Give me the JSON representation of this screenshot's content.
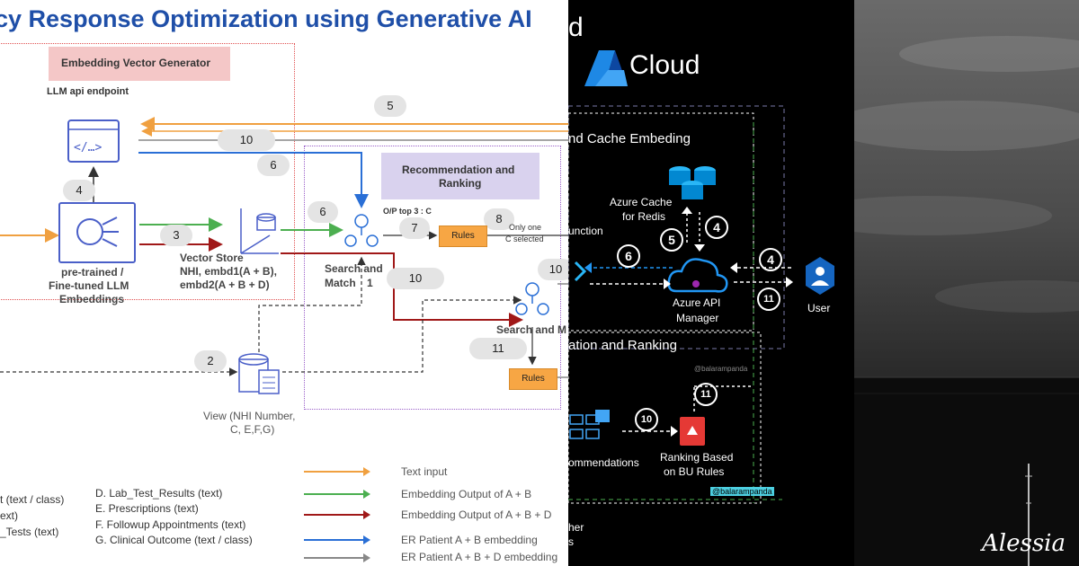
{
  "panel1": {
    "title": "cy Response Optimization using Generative AI",
    "embedding_box": "Embedding Vector Generator",
    "llm_endpoint": "LLM api endpoint",
    "rec_box_line1": "Recommendation and",
    "rec_box_line2": "Ranking",
    "pretrained_line1": "pre-trained /",
    "pretrained_line2": "Fine-tuned LLM",
    "pretrained_line3": "Embeddings",
    "vector_store_line1": "Vector Store",
    "vector_store_line2": "NHI, embd1(A + B),",
    "vector_store_line3": "embd2(A + B + D)",
    "search_match_line1": "Search and",
    "search_match_line2": "Match",
    "search_match_num": "1",
    "search_m": "Search and M",
    "op_top": "O/P top 3 : C",
    "only_one_line1": "Only one",
    "only_one_line2": "C selected",
    "rules1": "Rules",
    "rules2": "Rules",
    "view_line1": "View (NHI Number,",
    "view_line2": "C, E,F,G)",
    "pills": {
      "p5": "5",
      "p10a": "10",
      "p6a": "6",
      "p4": "4",
      "p3": "3",
      "p6b": "6",
      "p7": "7",
      "p8": "8",
      "p10b": "10",
      "p11": "11",
      "p2": "2",
      "p10c": "10"
    },
    "list_left": [
      "t (text / class)",
      "ext)",
      "_Tests (text)"
    ],
    "list_right": [
      "D. Lab_Test_Results (text)",
      "E. Prescriptions (text)",
      "F. Followup Appointments (text)",
      "G. Clinical Outcome (text / class)"
    ],
    "legend": [
      {
        "label": "Text input",
        "color": "#f0a040"
      },
      {
        "label": "Embedding Output of A + B",
        "color": "#4caf50"
      },
      {
        "label": "Embedding Output of A + B + D",
        "color": "#a01818"
      },
      {
        "label": "ER Patient A + B embedding",
        "color": "#2a6fd6"
      },
      {
        "label": "ER Patient A + B + D embedding",
        "color": "#888888"
      }
    ],
    "colors": {
      "title": "#1f4fa8",
      "embedding_box_bg": "#f4c7c7",
      "rec_box_bg": "#d9d2ee"
    }
  },
  "panel2": {
    "header_d": "d",
    "cloud_title": "Cloud",
    "cache_title": "nd Cache Embeding",
    "azure_cache_line1": "Azure Cache",
    "azure_cache_line2": "for Redis",
    "function_label": "unction",
    "apim_line1": "Azure API",
    "apim_line2": "Manager",
    "user_label": "User",
    "ranking_title": "ation and Ranking",
    "recommendations": "ommendations",
    "ranking_bu_line1": "Ranking Based",
    "ranking_bu_line2": "on BU Rules",
    "watermark1": "@balarampanda",
    "watermark2": "@balarampanda",
    "her": "her",
    "s": "s",
    "nums": {
      "n4a": "4",
      "n5": "5",
      "n4b": "4",
      "n6": "6",
      "n11a": "11",
      "n11b": "11",
      "n10": "10"
    }
  },
  "panel3": {
    "signature": "Alessia"
  }
}
